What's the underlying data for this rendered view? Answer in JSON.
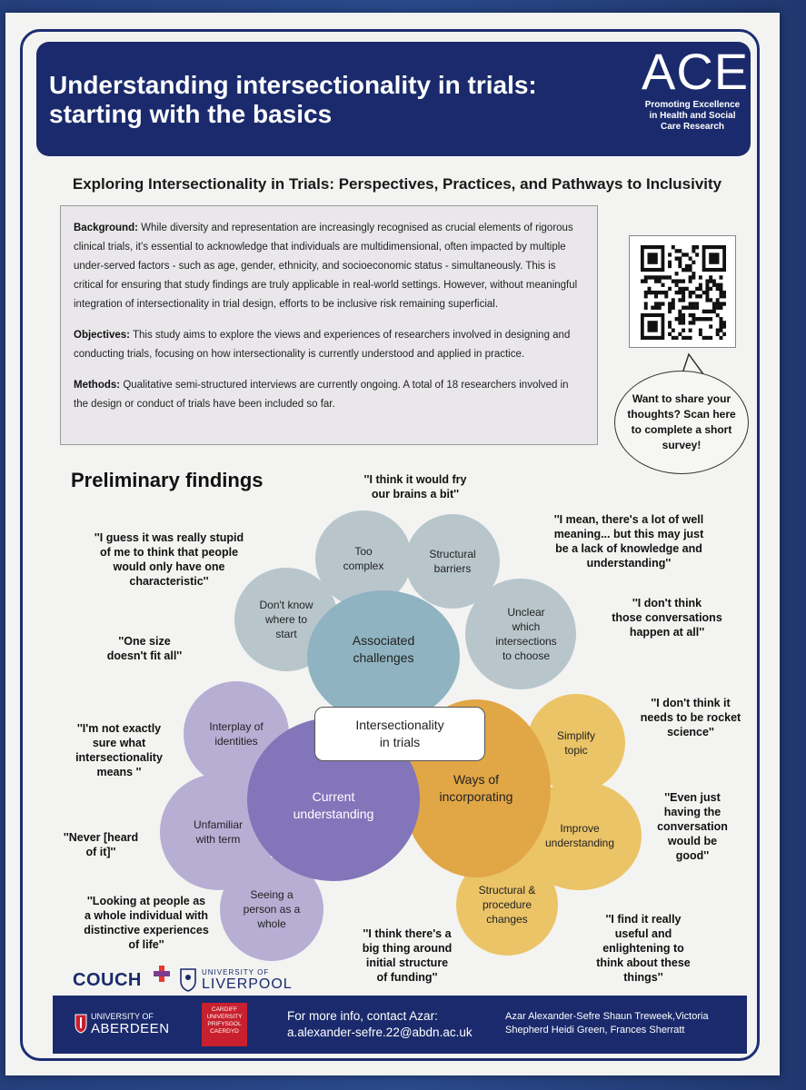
{
  "header": {
    "title_line1": "Understanding intersectionality in trials:",
    "title_line2": "starting with the basics",
    "logo_text": "ACE",
    "logo_tag_line1": "Promoting Excellence",
    "logo_tag_line2": "in Health and Social",
    "logo_tag_line3": "Care Research"
  },
  "subtitle": "Exploring Intersectionality in Trials: Perspectives, Practices, and Pathways to Inclusivity",
  "info": {
    "background_label": "Background:",
    "background_text": "While diversity and representation are increasingly recognised as crucial elements of rigorous clinical trials, it's essential to acknowledge that individuals are multidimensional, often impacted by multiple under-served factors - such as age, gender, ethnicity, and socioeconomic status - simultaneously. This is critical for ensuring that study findings are truly applicable in real-world settings. However, without meaningful integration of intersectionality in trial design, efforts to be inclusive risk remaining superficial.",
    "objectives_label": "Objectives:",
    "objectives_text": "This study aims to explore the views and experiences of researchers involved in designing and conducting trials, focusing on how intersectionality is currently understood and applied in practice.",
    "methods_label": "Methods:",
    "methods_text": "Qualitative semi-structured interviews are currently ongoing. A total of 18 researchers involved in the design or conduct of trials have been included so far."
  },
  "survey_bubble": "Want to share your thoughts? Scan here to complete a short survey!",
  "findings_title": "Preliminary findings",
  "center_label_line1": "Intersectionality",
  "center_label_line2": "in trials",
  "clusters": {
    "challenges": {
      "core_line1": "Associated",
      "core_line2": "challenges",
      "petal_too_complex": [
        "Too",
        "complex"
      ],
      "petal_structural_barriers": [
        "Structural",
        "barriers"
      ],
      "petal_dont_know": [
        "Don't know",
        "where to",
        "start"
      ],
      "petal_unclear": [
        "Unclear",
        "which",
        "intersections",
        "to choose"
      ]
    },
    "understanding": {
      "core_line1": "Current",
      "core_line2": "understanding",
      "petal_interplay": [
        "Interplay of",
        "identities"
      ],
      "petal_unfamiliar": [
        "Unfamiliar",
        "with term"
      ],
      "petal_seeing": [
        "Seeing a",
        "person as a",
        "whole"
      ]
    },
    "incorporating": {
      "core_line1": "Ways of",
      "core_line2": "incorporating",
      "petal_simplify": [
        "Simplify",
        "topic"
      ],
      "petal_improve": [
        "Improve",
        "understanding"
      ],
      "petal_structural": [
        "Structural &",
        "procedure",
        "changes"
      ]
    }
  },
  "quotes": {
    "fry_brains": [
      "''I think it would fry",
      "our brains a bit''"
    ],
    "stupid": [
      "''I guess it was really stupid",
      "of me to think that people",
      "would only have one",
      "characteristic''"
    ],
    "well_meaning": [
      "''I mean, there's a lot of well",
      "meaning... but this may just",
      "be a lack of knowledge and",
      "understanding''"
    ],
    "conversations": [
      "''I don't think",
      "those conversations",
      "happen at all''"
    ],
    "one_size": [
      "''One size",
      "doesn't fit all''"
    ],
    "not_sure": [
      "''I'm not exactly",
      "sure what",
      "intersectionality",
      "means ''"
    ],
    "rocket": [
      "''I don't think it",
      "needs to be rocket",
      "science''"
    ],
    "never_heard": [
      "''Never [heard",
      "of it]''"
    ],
    "conversation_good": [
      "''Even just",
      "having the",
      "conversation",
      "would be",
      "good''"
    ],
    "whole_individual": [
      "''Looking at people as",
      "a whole individual with",
      "distinctive experiences",
      "of life''"
    ],
    "funding": [
      "''I think there's a",
      "big thing around",
      "initial structure",
      "of funding''"
    ],
    "useful": [
      "''I find it really",
      "useful and",
      "enlightening to",
      "think about these",
      "things''"
    ]
  },
  "logos": {
    "couch": "COUCH",
    "liverpool_small": "UNIVERSITY OF",
    "liverpool_big": "LIVERPOOL",
    "aberdeen_small": "UNIVERSITY OF",
    "aberdeen_big": "ABERDEEN",
    "cardiff_line1": "CARDIFF",
    "cardiff_line2": "UNIVERSITY",
    "cardiff_line3": "PRIFYSGOL",
    "cardiff_line4": "CAERDYD"
  },
  "footer": {
    "contact_line1": "For more info, contact Azar:",
    "contact_email": "a.alexander-sefre.22@abdn.ac.uk",
    "authors": "Azar Alexander-Sefre Shaun Treweek,Victoria Shepherd  Heidi Green, Frances Sherratt"
  },
  "colors": {
    "navy": "#1a2a6c",
    "teal": "#8fb3c0",
    "purple": "#8375ba",
    "gold": "#e1a646"
  }
}
